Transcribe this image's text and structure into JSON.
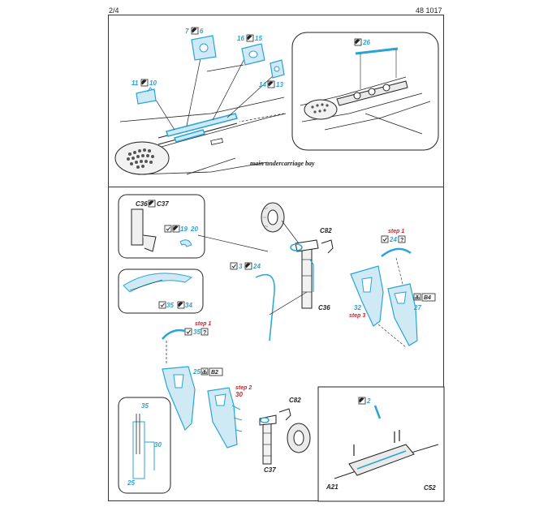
{
  "header": {
    "page": "2/4",
    "code": "48 1017"
  },
  "colors": {
    "part_blue": "#2aa4d5",
    "part_fill": "#cfeaf5",
    "step_red": "#d21f26",
    "line": "#222222"
  },
  "top_section": {
    "caption": "main undercarriage bay",
    "part_labels": [
      {
        "a": "7",
        "b": "6"
      },
      {
        "a": "16",
        "b": "15"
      },
      {
        "a": "11",
        "b": "10"
      },
      {
        "a": "14",
        "b": "13"
      }
    ],
    "inset": {
      "part": "26"
    }
  },
  "bottom_section": {
    "callouts": {
      "c36_c37": {
        "a": "C36",
        "b": "C37"
      },
      "p19_20": {
        "a": "19",
        "b": "20"
      },
      "p35_34": {
        "a": "35",
        "b": "34"
      },
      "p35_q": {
        "step": "step 1",
        "a": "35",
        "q": "?"
      },
      "p25_b2": {
        "a": "25",
        "b": "B2"
      },
      "p3_24": {
        "a": "3",
        "b": "24"
      },
      "c82_top": "C82",
      "c36": "C36",
      "p24_q": {
        "step": "step 1",
        "a": "24",
        "q": "?"
      },
      "p32": {
        "a": "32",
        "step": "step 3"
      },
      "b4": "B4",
      "p27": "27",
      "step2_30": {
        "step": "step 2",
        "a": "30"
      },
      "c82_low": "C82",
      "c37": "C37",
      "detail": {
        "a": "35",
        "b": "30",
        "c": "25"
      },
      "box_right": {
        "part": "2",
        "a": "A21",
        "b": "C52"
      }
    }
  }
}
